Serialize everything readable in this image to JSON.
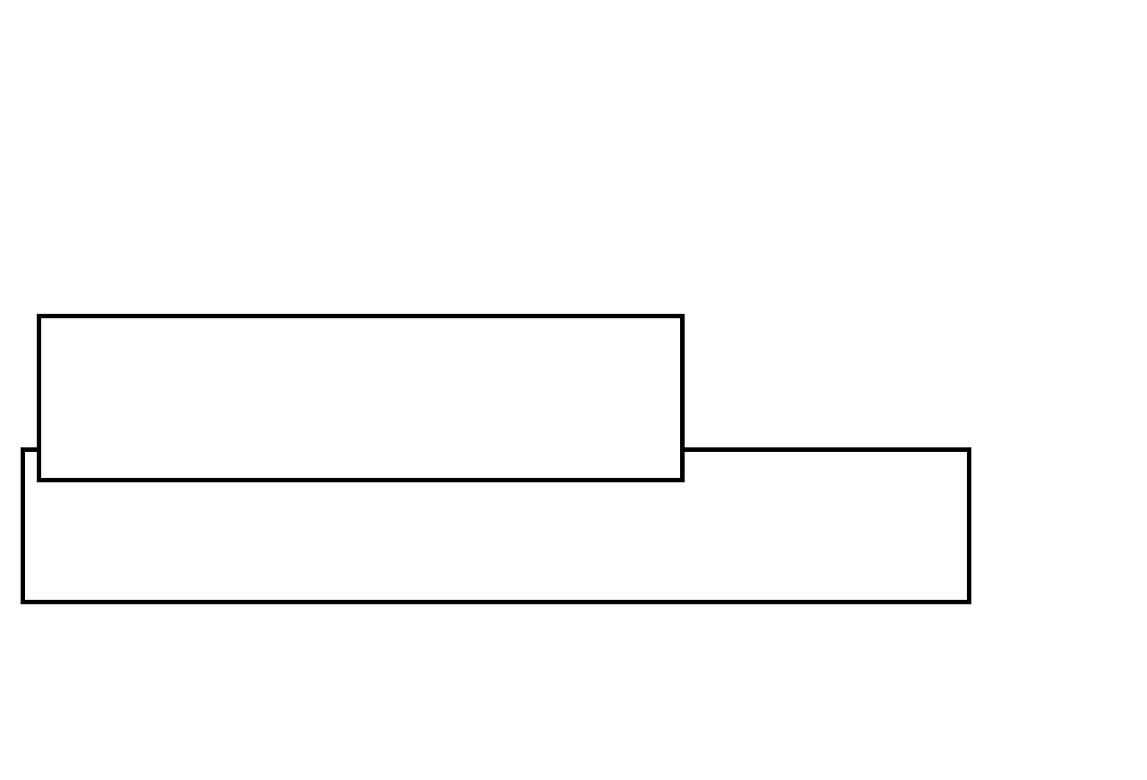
{
  "diagram": {
    "shapes": [
      {
        "id": "back-rectangle",
        "kind": "rectangle",
        "stroke": "#000000",
        "fill": "#ffffff"
      },
      {
        "id": "front-rectangle",
        "kind": "rectangle",
        "stroke": "#000000",
        "fill": "#ffffff"
      }
    ],
    "colors": {
      "background": "#ffffff",
      "stroke": "#000000"
    }
  }
}
